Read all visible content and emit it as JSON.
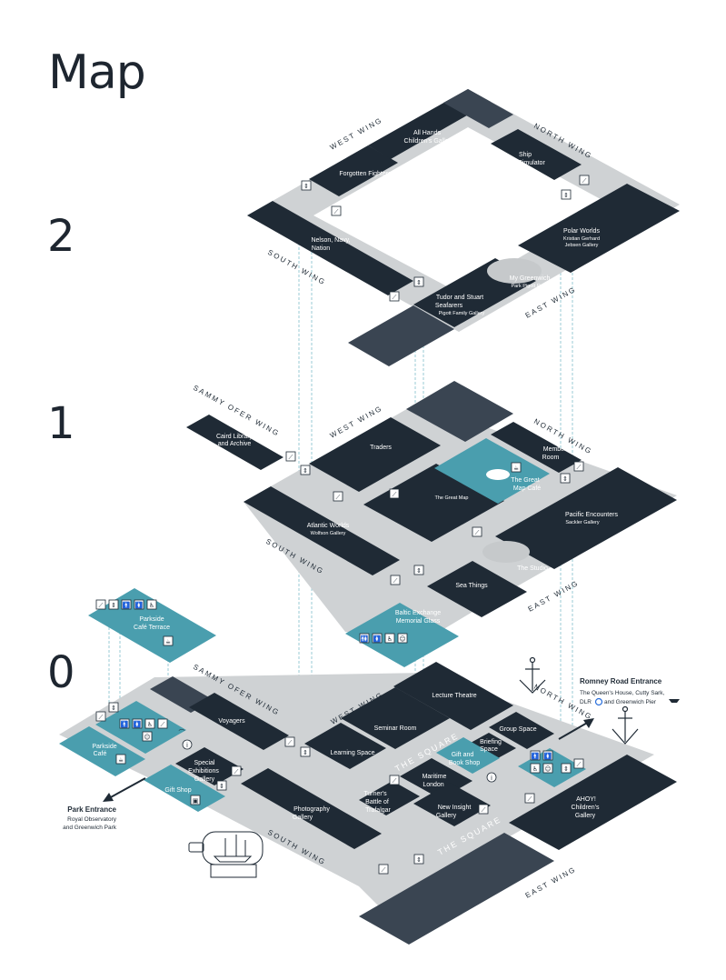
{
  "title": "Map",
  "floors": {
    "f2": "2",
    "f1": "1",
    "f0": "0"
  },
  "floor2": {
    "west_wing": "WEST WING",
    "north_wing": "NORTH WING",
    "south_wing": "SOUTH WING",
    "east_wing": "EAST WING",
    "all_hands_1": "All Hands",
    "all_hands_2": "Children's Gallery",
    "ship_simulator_1": "Ship",
    "ship_simulator_2": "Simulator",
    "forgotten_fighters": "Forgotten Fighters",
    "nelson_1": "Nelson, Navy,",
    "nelson_2": "Nation",
    "polar_1": "Polar Worlds",
    "polar_2": "Kristian Gerhard",
    "polar_3": "Jebsen Gallery",
    "my_greenwich_1": "My Greenwich",
    "my_greenwich_2": "Park Pigott Room",
    "tudor_1": "Tudor and Stuart",
    "tudor_2": "Seafarers",
    "tudor_3": "Pigott Family Gallery"
  },
  "floor1": {
    "sammy_ofer_wing": "SAMMY OFER WING",
    "west_wing": "WEST WING",
    "north_wing": "NORTH WING",
    "south_wing": "SOUTH WING",
    "east_wing": "EAST WING",
    "caird_1": "Caird Library",
    "caird_2": "and Archive",
    "traders": "Traders",
    "members_1": "Members'",
    "members_2": "Room",
    "great_map_cafe_1": "The Great",
    "great_map_cafe_2": "Map Café",
    "great_map": "The Great Map",
    "atlantic_1": "Atlantic Worlds",
    "atlantic_2": "Wolfson Gallery",
    "pacific_1": "Pacific Encounters",
    "pacific_2": "Sackler Gallery",
    "the_studio": "The Studio",
    "sea_things": "Sea Things",
    "baltic_1": "Baltic Exchange",
    "baltic_2": "Memorial Glass"
  },
  "terrace": {
    "label_1": "Parkside",
    "label_2": "Café Terrace"
  },
  "floor0": {
    "sammy_ofer_wing": "SAMMY OFER WING",
    "west_wing": "WEST WING",
    "north_wing": "NORTH WING",
    "south_wing": "SOUTH WING",
    "east_wing": "EAST WING",
    "the_square_1": "THE SQUARE",
    "the_square_2": "THE SQUARE",
    "voyagers": "Voyagers",
    "parkside_cafe_1": "Parkside",
    "parkside_cafe_2": "Café",
    "special_1": "Special",
    "special_2": "Exhibitions",
    "special_3": "Gallery",
    "gift_shop": "Gift Shop",
    "lecture_theatre": "Lecture Theatre",
    "seminar_room": "Seminar Room",
    "learning_space": "Learning Space",
    "group_space": "Group Space",
    "briefing_1": "Briefing",
    "briefing_2": "Space",
    "gift_book_1": "Gift and",
    "gift_book_2": "Book Shop",
    "maritime_1": "Maritime",
    "maritime_2": "London",
    "turner_1": "Turner's",
    "turner_2": "Battle of",
    "turner_3": "Trafalgar",
    "new_insight_1": "New Insight",
    "new_insight_2": "Gallery",
    "photography_1": "Photography",
    "photography_2": "Gallery",
    "ahoy_1": "AHOY!",
    "ahoy_2": "Children's",
    "ahoy_3": "Gallery"
  },
  "entrances": {
    "romney_title": "Romney Road Entrance",
    "romney_line1": "The Queen's House, Cutty Sark,",
    "romney_line2": "DLR",
    "romney_line3": "and Greenwich Pier",
    "park_title": "Park Entrance",
    "park_line1": "Royal Observatory",
    "park_line2": "and Greenwich Park"
  },
  "colors": {
    "gallery": "#1f2a35",
    "cafe": "#4a9eae",
    "corridor": "#cfd2d4"
  },
  "icons": [
    "lift-icon",
    "stairs-icon",
    "toilet-icon",
    "accessible-toilet-icon",
    "baby-change-icon",
    "cafe-icon",
    "info-icon",
    "cloakroom-icon",
    "shop-icon",
    "anchor-icon",
    "ship-in-bottle-icon"
  ]
}
